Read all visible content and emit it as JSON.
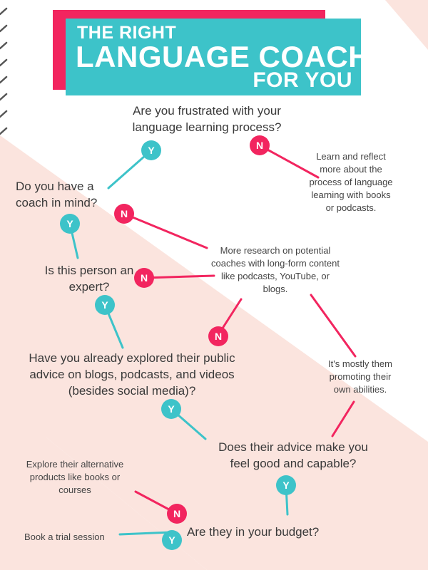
{
  "title": {
    "line1": "THE RIGHT",
    "line2": "LANGUAGE COACH",
    "line3": "FOR YOU"
  },
  "questions": {
    "frustrated": "Are you frustrated with your language learning process?",
    "coach_in_mind": "Do you have a coach in mind?",
    "expert": "Is this person an expert?",
    "explored": "Have you already explored their public advice on blogs, podcasts, and videos (besides social media)?",
    "feel_good": "Does their advice make you feel good and capable?",
    "budget": "Are they in your budget?"
  },
  "outcomes": {
    "learn_reflect": "Learn and reflect more about the process of language learning with books or podcasts.",
    "more_research": "More research on potential coaches with long-form content like podcasts, YouTube, or blogs.",
    "promoting": "It's mostly them promoting their own abilities.",
    "explore_products": "Explore their alternative products like books or courses",
    "trial": "Book a trial session"
  },
  "answers": {
    "yes": "Y",
    "no": "N"
  },
  "colors": {
    "teal": "#3dc3c9",
    "pink": "#f2255f",
    "blush": "#fbe4de",
    "text": "#3a3a3a"
  }
}
